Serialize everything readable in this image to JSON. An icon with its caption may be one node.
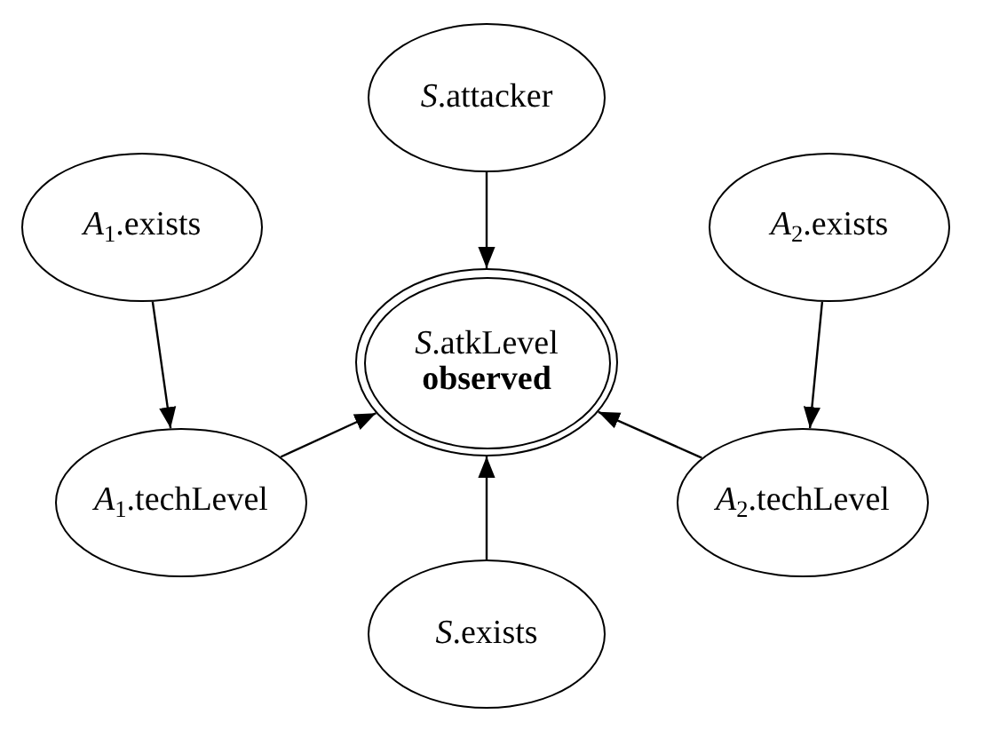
{
  "diagram": {
    "nodes": [
      {
        "text": [
          "*S*.attacker"
        ]
      },
      {
        "text": [
          "*A*$_{1}$.exists"
        ]
      },
      {
        "text": [
          "*A*$_{2}$.exists"
        ]
      },
      {
        "text": [
          "*S*.atkLevel",
          "observed"
        ]
      },
      {
        "text": [
          "*A*$_{1}$.techLevel"
        ]
      },
      {
        "text": [
          "*A*$_{2}$.techLevel"
        ]
      },
      {
        "text": [
          "*S*.exists"
        ]
      }
    ],
    "edges": [
      {
        "from": 0,
        "to": 3,
        "arrow": "to"
      },
      {
        "from": 1,
        "to": 4,
        "arrow": "to"
      },
      {
        "from": 2,
        "to": 5,
        "arrow": "to"
      },
      {
        "from": 4,
        "to": 3,
        "arrow": "to"
      },
      {
        "from": 5,
        "to": 3,
        "arrow": "to"
      },
      {
        "from": 6,
        "to": 3,
        "arrow": "to"
      }
    ]
  }
}
